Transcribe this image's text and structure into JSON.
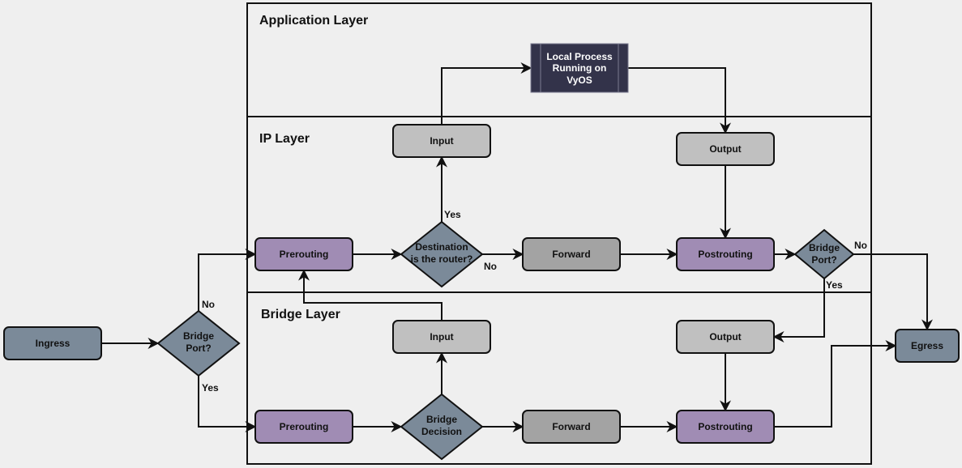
{
  "layers": {
    "application": "Application Layer",
    "ip": "IP Layer",
    "bridge": "Bridge Layer"
  },
  "nodes": {
    "ingress": "Ingress",
    "egress": "Egress",
    "bridge_port_ingress": [
      "Bridge",
      "Port?"
    ],
    "local_process": [
      "Local Process",
      "Running on",
      "VyOS"
    ],
    "ip_input": "Input",
    "ip_output": "Output",
    "ip_prerouting": "Prerouting",
    "ip_destination": [
      "Destination",
      "is the router?"
    ],
    "ip_forward": "Forward",
    "ip_postrouting": "Postrouting",
    "bridge_port_egress": [
      "Bridge",
      "Port?"
    ],
    "br_input": "Input",
    "br_output": "Output",
    "br_prerouting": "Prerouting",
    "br_decision": [
      "Bridge",
      "Decision"
    ],
    "br_forward": "Forward",
    "br_postrouting": "Postrouting"
  },
  "edge_labels": {
    "ingress_no": "No",
    "ingress_yes": "Yes",
    "dest_yes": "Yes",
    "dest_no": "No",
    "egress_no": "No",
    "egress_yes": "Yes"
  },
  "colors": {
    "background": "#efefef",
    "slate": "#7b8a99",
    "purple": "#a08cb4",
    "light_gray": "#c0c0c0",
    "mid_gray": "#a3a3a3",
    "dark_process": "#33334a",
    "stroke": "#111111"
  }
}
